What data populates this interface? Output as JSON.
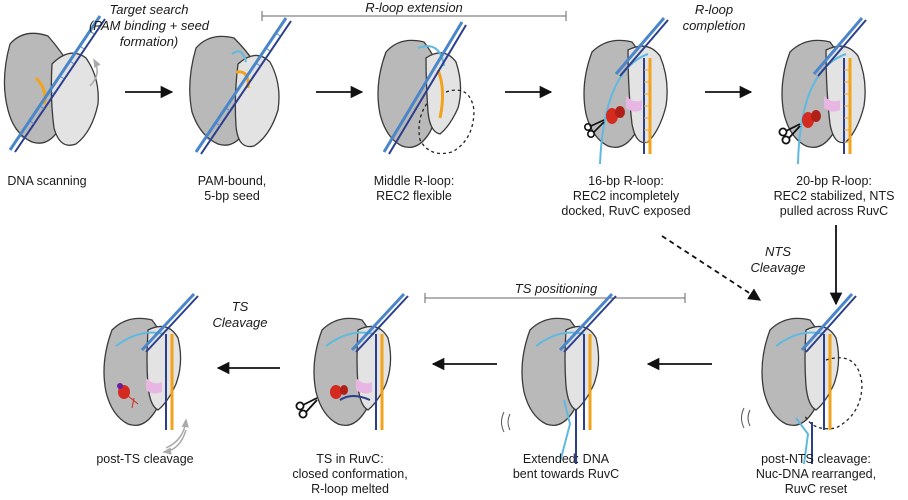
{
  "headers": {
    "target_search": [
      "Target search",
      "(PAM binding + seed",
      "formation)"
    ],
    "r_loop_extension": "R-loop extension",
    "r_loop_completion": [
      "R-loop",
      "completion"
    ],
    "nts_cleavage": [
      "NTS",
      "Cleavage"
    ],
    "ts_positioning": "TS positioning",
    "ts_cleavage": [
      "TS",
      "Cleavage"
    ]
  },
  "states": [
    {
      "id": "dna-scanning",
      "caption": [
        "DNA scanning"
      ]
    },
    {
      "id": "pam-bound",
      "caption": [
        "PAM-bound,",
        "5-bp seed"
      ]
    },
    {
      "id": "middle-r-loop",
      "caption": [
        "Middle R-loop:",
        "REC2 flexible"
      ]
    },
    {
      "id": "r-loop-16bp",
      "caption": [
        "16-bp R-loop:",
        "REC2 incompletely",
        "docked, RuvC exposed"
      ]
    },
    {
      "id": "r-loop-20bp",
      "caption": [
        "20-bp R-loop:",
        "REC2 stabilized, NTS",
        "pulled across RuvC"
      ]
    },
    {
      "id": "post-nts-cleavage",
      "caption": [
        "post-NTS cleavage:",
        "Nuc-DNA rearranged,",
        "RuvC reset"
      ]
    },
    {
      "id": "extended-dna-bent",
      "caption": [
        "Extended: DNA",
        "bent towards RuvC"
      ]
    },
    {
      "id": "ts-in-ruvc",
      "caption": [
        "TS in RuvC:",
        "closed conformation,",
        "R-loop melted"
      ]
    },
    {
      "id": "post-ts-cleavage",
      "caption": [
        "post-TS cleavage"
      ]
    }
  ],
  "colors": {
    "protein_dark": "#b9b9b9",
    "protein_light": "#e3e3e3",
    "protein_outline": "#3a3a3a",
    "dna_blue": "#4a86c8",
    "dna_navy": "#2b3f8c",
    "rna_cyan": "#5fb9e0",
    "guide_orange": "#f2a31b",
    "nuclease_red": "#d42a20",
    "pink": "#e7b6e3",
    "arrow": "#111111",
    "grey_arrow": "#aaaaaa"
  }
}
